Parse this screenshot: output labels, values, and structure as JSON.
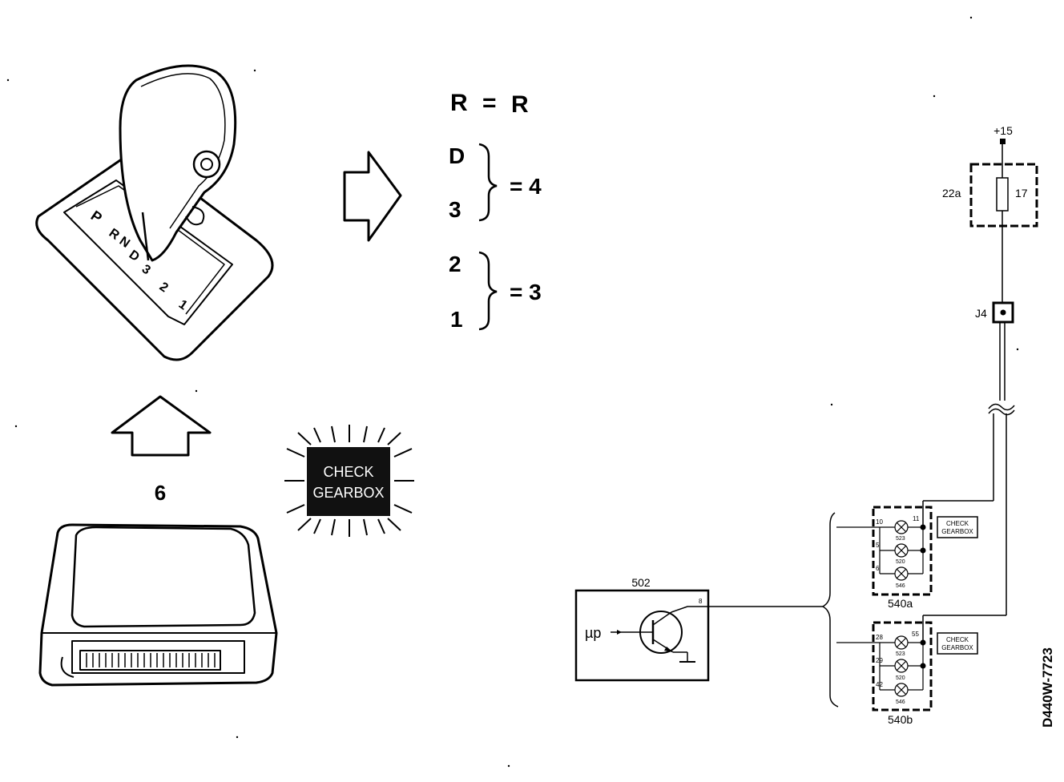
{
  "mapping": {
    "r_left": "R",
    "r_eq": "=",
    "r_right": "R",
    "d_label": "D",
    "three_label": "3",
    "group1_result": "= 4",
    "two_label": "2",
    "one_label": "1",
    "group2_result": "= 3"
  },
  "shifter": {
    "gate_labels": [
      "P",
      "R",
      "N",
      "D",
      "3",
      "2",
      "1"
    ]
  },
  "step_number": "6",
  "warning_lamp": {
    "line1": "CHECK",
    "line2": "GEARBOX"
  },
  "circuit": {
    "supply_label": "+15",
    "fuse_box_label": "22a",
    "fuse_label": "17",
    "junction_label": "J4",
    "module_label": "502",
    "up_label": "µp",
    "module_pin": "8",
    "cluster_a_label": "540a",
    "cluster_b_label": "540b",
    "cluster_a_pins": [
      "10",
      "11",
      "5",
      "6"
    ],
    "cluster_a_lamps": [
      "523",
      "520",
      "546"
    ],
    "cluster_b_pins": [
      "28",
      "55",
      "29",
      "42"
    ],
    "cluster_b_lamps": [
      "523",
      "520",
      "546"
    ],
    "check_a_line1": "CHECK",
    "check_a_line2": "GEARBOX",
    "check_b_line1": "CHECK",
    "check_b_line2": "GEARBOX"
  },
  "drawing_code": "D440W-7723"
}
